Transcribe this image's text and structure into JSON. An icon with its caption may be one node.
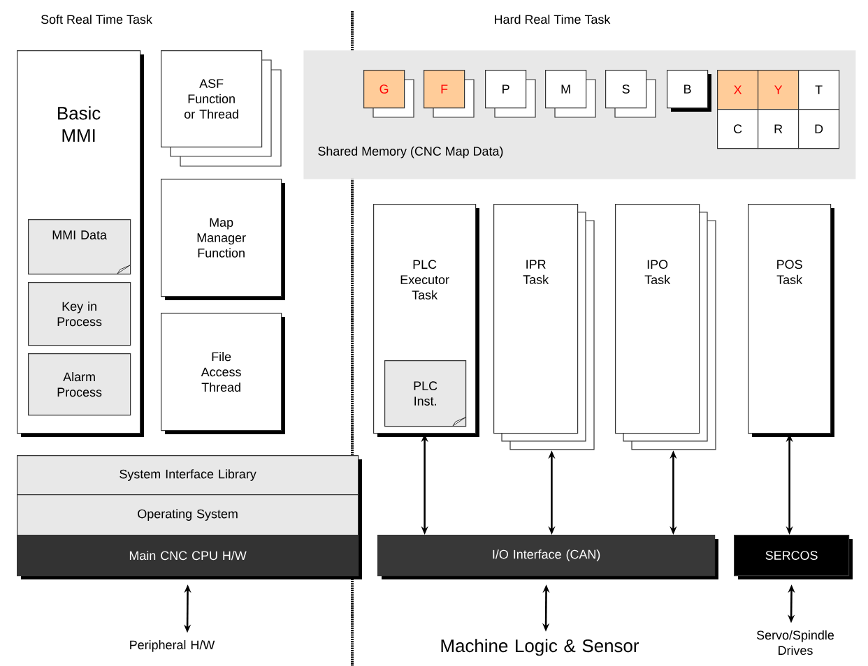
{
  "diagram": {
    "nodes": [
      {
        "text": [
          "Basic MMI"
        ]
      },
      {
        "text": [
          "MMI Data"
        ],
        "in": 0
      },
      {
        "text": [
          "Key in Process"
        ],
        "in": 0
      },
      {
        "text": [
          "Alarm Process"
        ],
        "in": 0
      },
      {
        "text": [
          "ASF Function or Thread"
        ]
      },
      {
        "text": [
          "Map Manager Function"
        ]
      },
      {
        "text": [
          "File Access Thread"
        ]
      },
      {
        "text": [
          "Shared Memory (CNC Map Data)"
        ]
      },
      {
        "text": [
          "G"
        ],
        "in": 7
      },
      {
        "text": [
          "F"
        ],
        "in": 7
      },
      {
        "text": [
          "P"
        ],
        "in": 7
      },
      {
        "text": [
          "M"
        ],
        "in": 7
      },
      {
        "text": [
          "S"
        ],
        "in": 7
      },
      {
        "text": [
          "B"
        ],
        "in": 7
      },
      {
        "text": [
          "X"
        ],
        "in": 7
      },
      {
        "text": [
          "Y"
        ],
        "in": 7
      },
      {
        "text": [
          "T"
        ],
        "in": 7
      },
      {
        "text": [
          "C"
        ],
        "in": 7
      },
      {
        "text": [
          "R"
        ],
        "in": 7
      },
      {
        "text": [
          "D"
        ],
        "in": 7
      },
      {
        "text": [
          "PLC Executor Task"
        ]
      },
      {
        "text": [
          "PLC Inst."
        ],
        "in": 20
      },
      {
        "text": [
          "IPR Task"
        ]
      },
      {
        "text": [
          "IPO Task"
        ]
      },
      {
        "text": [
          "POS Task"
        ]
      },
      {
        "text": [
          "System Interface Library"
        ]
      },
      {
        "text": [
          "Operating System"
        ]
      },
      {
        "text": [
          "Main CNC CPU H/W"
        ]
      },
      {
        "text": [
          "I/O Interface (CAN)"
        ]
      },
      {
        "text": [
          "SERCOS"
        ]
      },
      {
        "text": [
          "Peripheral H/W"
        ]
      },
      {
        "text": [
          "Machine Logic & Sensor"
        ]
      },
      {
        "text": [
          "Servo/Spindle Drives"
        ]
      }
    ],
    "edges": [
      {
        "from": 20,
        "to": 28,
        "arrow": "both"
      },
      {
        "from": 22,
        "to": 28,
        "arrow": "both"
      },
      {
        "from": 23,
        "to": 28,
        "arrow": "both"
      },
      {
        "from": 24,
        "to": 29,
        "arrow": "both"
      },
      {
        "from": 27,
        "to": 30,
        "arrow": "both"
      },
      {
        "from": 28,
        "to": 31,
        "arrow": "both"
      },
      {
        "from": 29,
        "to": 32,
        "arrow": "both"
      }
    ],
    "labels": [
      "Soft Real Time Task",
      "Hard Real Time Task"
    ]
  }
}
